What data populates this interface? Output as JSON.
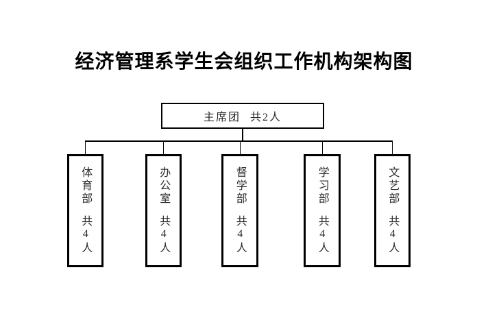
{
  "title": "经济管理系学生会组织工作机构架构图",
  "colors": {
    "background": "#ffffff",
    "line": "#000000",
    "text": "#2b2b2b"
  },
  "chart": {
    "type": "org-chart",
    "root": {
      "name": "主席团",
      "count": "共2人"
    },
    "departments": [
      {
        "name": "体育部",
        "count": "共4人"
      },
      {
        "name": "办公室",
        "count": "共4人"
      },
      {
        "name": "督学部",
        "count": "共4人"
      },
      {
        "name": "学习部",
        "count": "共4人"
      },
      {
        "name": "文艺部",
        "count": "共4人"
      }
    ]
  }
}
